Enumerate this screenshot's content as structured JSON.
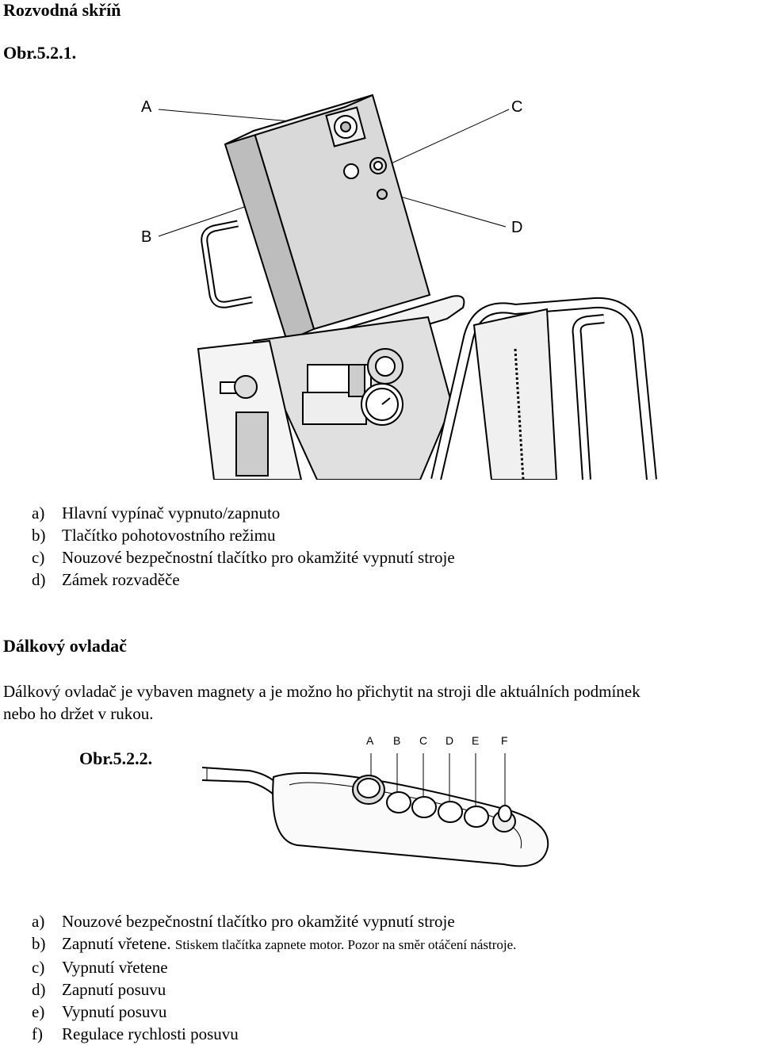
{
  "section_title": "Rozvodná skříň",
  "figure1": {
    "caption": "Obr.5.2.1.",
    "callouts": [
      "A",
      "B",
      "C",
      "D"
    ]
  },
  "list1": [
    {
      "marker": "a)",
      "text": "Hlavní vypínač vypnuto/zapnuto"
    },
    {
      "marker": "b)",
      "text": "Tlačítko pohotovostního režimu"
    },
    {
      "marker": "c)",
      "text": "Nouzové bezpečnostní tlačítko pro okamžité vypnutí stroje"
    },
    {
      "marker": "d)",
      "text": "Zámek rozvaděče"
    }
  ],
  "remote": {
    "heading": "Dálkový ovladač",
    "paragraph": "Dálkový ovladač je vybaven magnety a je možno ho přichytit na stroji dle aktuálních podmínek nebo ho držet v rukou.",
    "paragraph_line1": "Dálkový ovladač je vybaven magnety a je možno ho přichytit na stroji dle aktuálních podmínek",
    "paragraph_line2": "nebo ho držet v rukou."
  },
  "figure2": {
    "caption": "Obr.5.2.2.",
    "callouts": [
      "A",
      "B",
      "C",
      "D",
      "E",
      "F"
    ]
  },
  "list2": [
    {
      "marker": "a)",
      "text": "Nouzové bezpečnostní tlačítko pro okamžité vypnutí stroje"
    },
    {
      "marker": "b)",
      "text": "Zapnutí vřetene.",
      "note": "Stiskem tlačítka zapnete motor. Pozor na směr otáčení nástroje."
    },
    {
      "marker": "c)",
      "text": "Vypnutí vřetene"
    },
    {
      "marker": "d)",
      "text": "Zapnutí posuvu"
    },
    {
      "marker": "e)",
      "text": "Vypnutí posuvu"
    },
    {
      "marker": "f)",
      "text": "Regulace rychlosti posuvu"
    }
  ]
}
